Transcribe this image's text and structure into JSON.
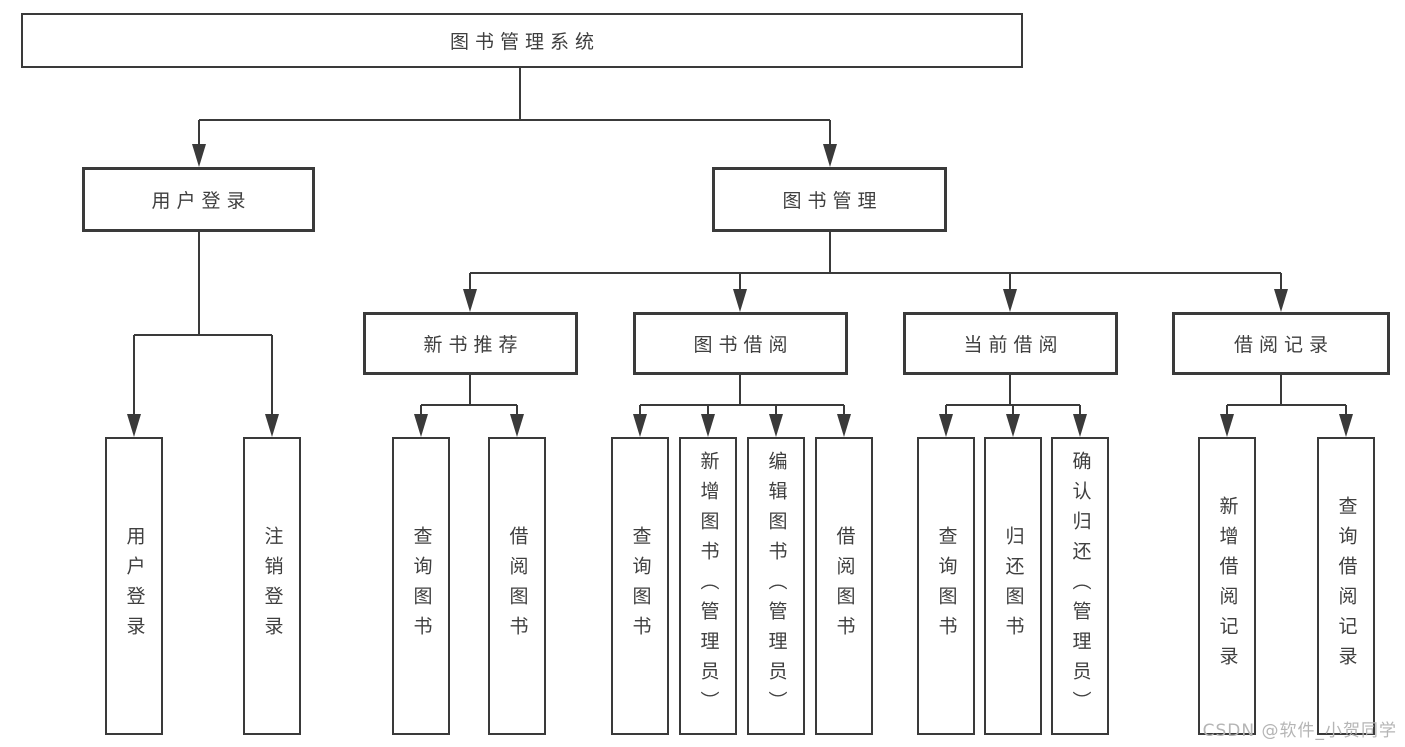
{
  "colors": {
    "line": "#3a3a3a",
    "text": "#3f3f3f",
    "watermark": "#b5b5b5",
    "background": "#ffffff"
  },
  "diagram": {
    "title": "图书管理系统",
    "user_branch": {
      "label": "用户登录",
      "leaves": [
        "用户登录",
        "注销登录"
      ]
    },
    "management_branch": {
      "label": "图书管理",
      "sections": [
        {
          "label": "新书推荐",
          "leaves": [
            "查询图书",
            "借阅图书"
          ]
        },
        {
          "label": "图书借阅",
          "leaves": [
            "查询图书",
            "新增图书（管理员）",
            "编辑图书（管理员）",
            "借阅图书"
          ]
        },
        {
          "label": "当前借阅",
          "leaves": [
            "查询图书",
            "归还图书",
            "确认归还（管理员）"
          ]
        },
        {
          "label": "借阅记录",
          "leaves": [
            "新增借阅记录",
            "查询借阅记录"
          ]
        }
      ]
    },
    "watermark": "CSDN @软件_小贺同学"
  }
}
